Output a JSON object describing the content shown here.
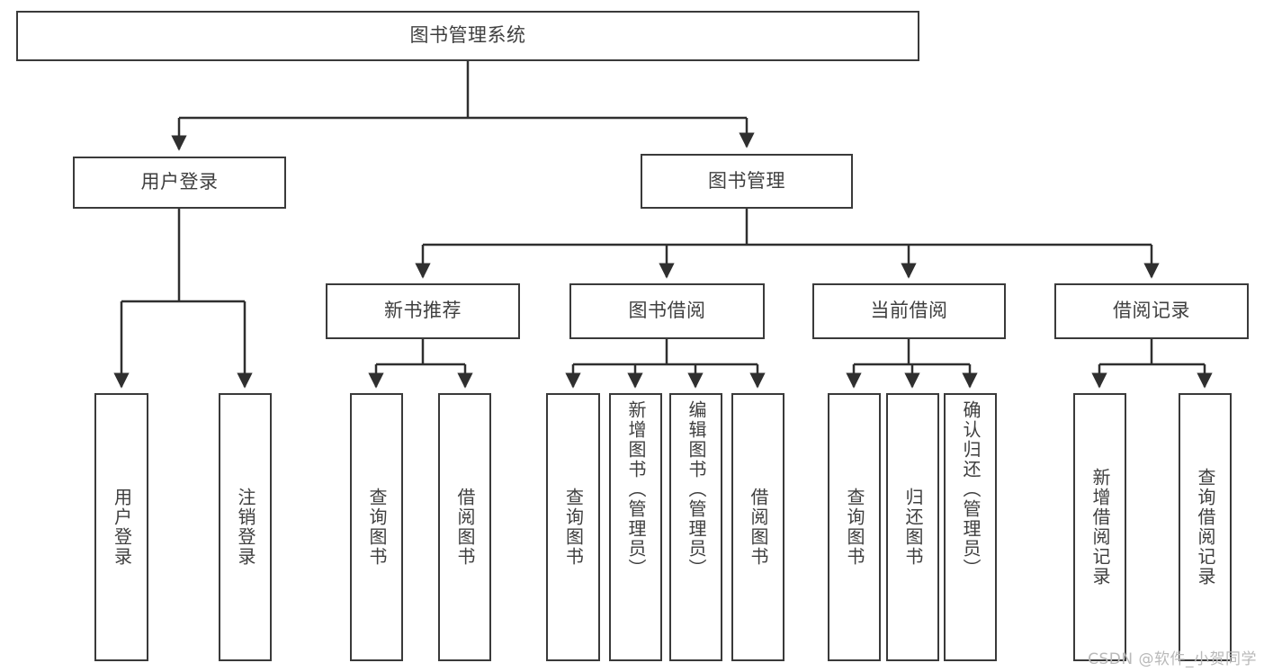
{
  "diagram": {
    "type": "tree",
    "title_node": "图书管理系统",
    "watermark": "CSDN @软件_小贺同学",
    "colors": {
      "box_border": "#3a3a3a",
      "box_fill": "#ffffff",
      "text": "#3f3f3f",
      "edge": "#2f2f2f",
      "watermark": "#b9b9b9"
    },
    "nodes": {
      "root": "图书管理系统",
      "l1": {
        "user_login": "用户登录",
        "book_manage": "图书管理"
      },
      "l2": {
        "new_book_rec": "新书推荐",
        "book_borrow": "图书借阅",
        "current_borrow": "当前借阅",
        "borrow_record": "借阅记录"
      },
      "leaves": {
        "user_login_1": "用户登录",
        "user_login_2": "注销登录",
        "new_book_rec_1": "查询图书",
        "new_book_rec_2": "借阅图书",
        "book_borrow_1": "查询图书",
        "book_borrow_2": "新增图书（管理员）",
        "book_borrow_3": "编辑图书（管理员）",
        "book_borrow_4": "借阅图书",
        "current_borrow_1": "查询图书",
        "current_borrow_2": "归还图书",
        "current_borrow_3": "确认归还（管理员）",
        "borrow_record_1": "新增借阅记录",
        "borrow_record_2": "查询借阅记录"
      }
    }
  }
}
